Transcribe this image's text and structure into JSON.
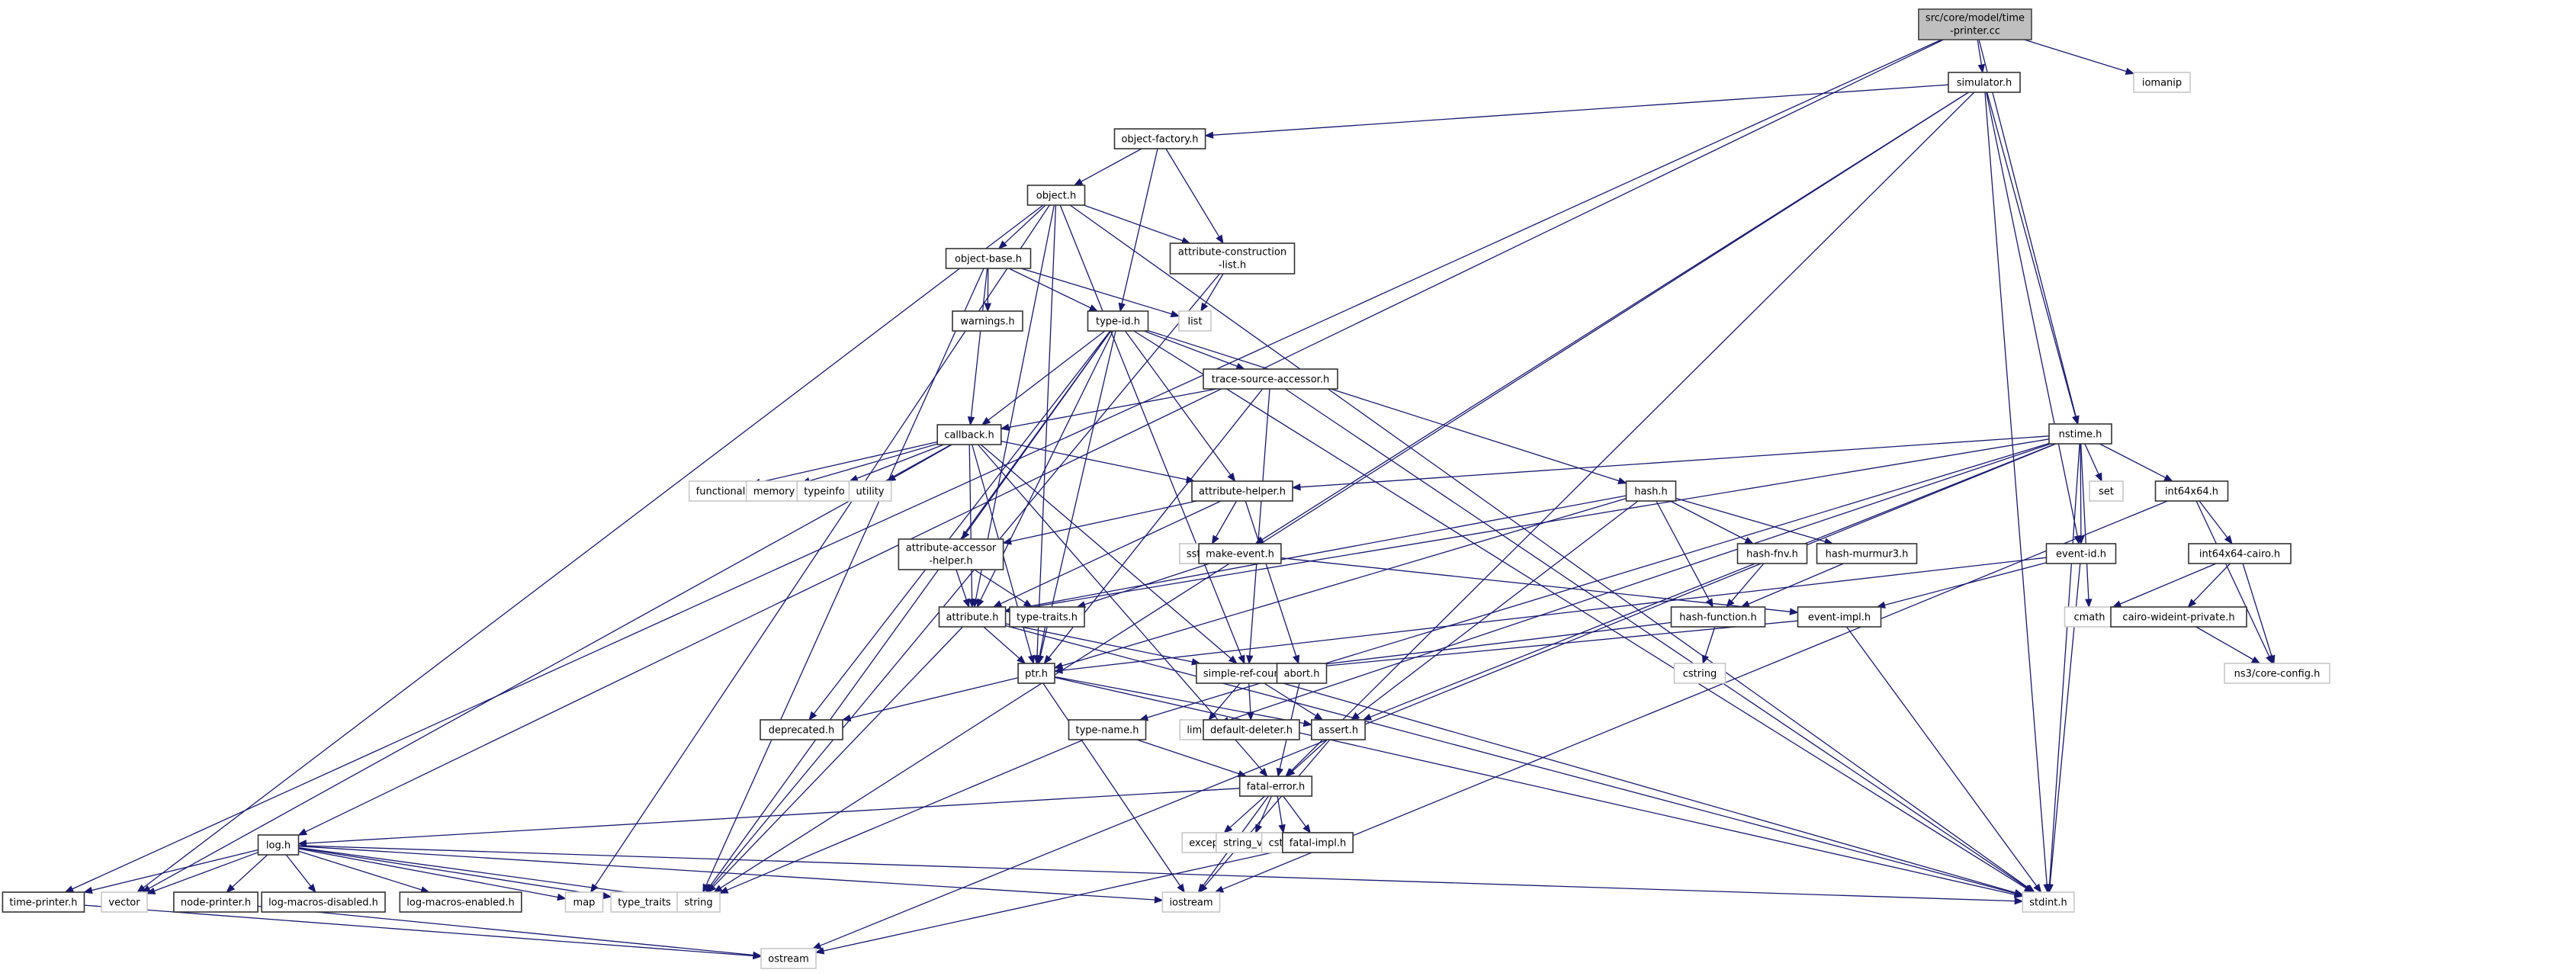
{
  "diagram": {
    "title": "Include dependency graph for src/core/model/time-printer.cc",
    "colors": {
      "edge": "#191970",
      "root_fill": "#bfbfbf",
      "node_border": "#333333",
      "external_border": "#c8c8c8"
    },
    "nodes": [
      {
        "id": "root",
        "label": "src/core/model/time\n-printer.cc",
        "kind": "root"
      },
      {
        "id": "simulator",
        "label": "simulator.h",
        "kind": "documented"
      },
      {
        "id": "iomanip",
        "label": "iomanip",
        "kind": "external"
      },
      {
        "id": "object-factory",
        "label": "object-factory.h",
        "kind": "documented"
      },
      {
        "id": "object",
        "label": "object.h",
        "kind": "documented"
      },
      {
        "id": "object-base",
        "label": "object-base.h",
        "kind": "documented"
      },
      {
        "id": "attr-constr",
        "label": "attribute-construction\n-list.h",
        "kind": "documented"
      },
      {
        "id": "warnings",
        "label": "warnings.h",
        "kind": "documented"
      },
      {
        "id": "type-id",
        "label": "type-id.h",
        "kind": "documented"
      },
      {
        "id": "list",
        "label": "list",
        "kind": "external"
      },
      {
        "id": "trace-source",
        "label": "trace-source-accessor.h",
        "kind": "documented"
      },
      {
        "id": "callback",
        "label": "callback.h",
        "kind": "documented"
      },
      {
        "id": "nstime",
        "label": "nstime.h",
        "kind": "documented"
      },
      {
        "id": "functional",
        "label": "functional",
        "kind": "external"
      },
      {
        "id": "memory",
        "label": "memory",
        "kind": "external"
      },
      {
        "id": "typeinfo",
        "label": "typeinfo",
        "kind": "external"
      },
      {
        "id": "utility",
        "label": "utility",
        "kind": "external"
      },
      {
        "id": "attr-helper",
        "label": "attribute-helper.h",
        "kind": "documented"
      },
      {
        "id": "hash",
        "label": "hash.h",
        "kind": "documented"
      },
      {
        "id": "set",
        "label": "set",
        "kind": "external"
      },
      {
        "id": "int64x64",
        "label": "int64x64.h",
        "kind": "documented"
      },
      {
        "id": "sstream",
        "label": "sstream",
        "kind": "external"
      },
      {
        "id": "attr-accessor",
        "label": "attribute-accessor\n-helper.h",
        "kind": "documented"
      },
      {
        "id": "make-event",
        "label": "make-event.h",
        "kind": "documented"
      },
      {
        "id": "hash-fnv",
        "label": "hash-fnv.h",
        "kind": "documented"
      },
      {
        "id": "hash-murmur3",
        "label": "hash-murmur3.h",
        "kind": "documented"
      },
      {
        "id": "event-id",
        "label": "event-id.h",
        "kind": "documented"
      },
      {
        "id": "int64x64-cairo",
        "label": "int64x64-cairo.h",
        "kind": "documented"
      },
      {
        "id": "attribute",
        "label": "attribute.h",
        "kind": "documented"
      },
      {
        "id": "type-traits",
        "label": "type-traits.h",
        "kind": "documented"
      },
      {
        "id": "hash-function",
        "label": "hash-function.h",
        "kind": "documented"
      },
      {
        "id": "event-impl",
        "label": "event-impl.h",
        "kind": "documented"
      },
      {
        "id": "cmath",
        "label": "cmath",
        "kind": "external"
      },
      {
        "id": "cairo-wideint",
        "label": "cairo-wideint-private.h",
        "kind": "documented"
      },
      {
        "id": "ptr",
        "label": "ptr.h",
        "kind": "documented"
      },
      {
        "id": "simple-ref-count",
        "label": "simple-ref-count.h",
        "kind": "documented"
      },
      {
        "id": "abort",
        "label": "abort.h",
        "kind": "documented"
      },
      {
        "id": "cstring",
        "label": "cstring",
        "kind": "external"
      },
      {
        "id": "core-config",
        "label": "ns3/core-config.h",
        "kind": "external"
      },
      {
        "id": "deprecated",
        "label": "deprecated.h",
        "kind": "documented"
      },
      {
        "id": "type-name",
        "label": "type-name.h",
        "kind": "documented"
      },
      {
        "id": "limits",
        "label": "limits",
        "kind": "external"
      },
      {
        "id": "default-deleter",
        "label": "default-deleter.h",
        "kind": "documented"
      },
      {
        "id": "assert",
        "label": "assert.h",
        "kind": "documented"
      },
      {
        "id": "fatal-error",
        "label": "fatal-error.h",
        "kind": "documented"
      },
      {
        "id": "exception",
        "label": "exception",
        "kind": "external"
      },
      {
        "id": "string_view",
        "label": "string_view",
        "kind": "external"
      },
      {
        "id": "cstdlib",
        "label": "cstdlib",
        "kind": "external"
      },
      {
        "id": "fatal-impl",
        "label": "fatal-impl.h",
        "kind": "documented"
      },
      {
        "id": "log",
        "label": "log.h",
        "kind": "documented"
      },
      {
        "id": "time-printer",
        "label": "time-printer.h",
        "kind": "documented"
      },
      {
        "id": "vector",
        "label": "vector",
        "kind": "external"
      },
      {
        "id": "node-printer",
        "label": "node-printer.h",
        "kind": "documented"
      },
      {
        "id": "log-macros-disabled",
        "label": "log-macros-disabled.h",
        "kind": "documented"
      },
      {
        "id": "log-macros-enabled",
        "label": "log-macros-enabled.h",
        "kind": "documented"
      },
      {
        "id": "map",
        "label": "map",
        "kind": "external"
      },
      {
        "id": "type_traits",
        "label": "type_traits",
        "kind": "external"
      },
      {
        "id": "string",
        "label": "string",
        "kind": "external"
      },
      {
        "id": "iostream",
        "label": "iostream",
        "kind": "external"
      },
      {
        "id": "stdint",
        "label": "stdint.h",
        "kind": "external"
      },
      {
        "id": "ostream",
        "label": "ostream",
        "kind": "external"
      }
    ],
    "edges": [
      [
        "root",
        "simulator"
      ],
      [
        "root",
        "iomanip"
      ],
      [
        "root",
        "nstime"
      ],
      [
        "root",
        "log"
      ],
      [
        "root",
        "time-printer"
      ],
      [
        "simulator",
        "object-factory"
      ],
      [
        "simulator",
        "nstime"
      ],
      [
        "simulator",
        "make-event"
      ],
      [
        "simulator",
        "event-id"
      ],
      [
        "simulator",
        "fatal-error"
      ],
      [
        "simulator",
        "string"
      ],
      [
        "simulator",
        "stdint"
      ],
      [
        "object-factory",
        "object"
      ],
      [
        "object-factory",
        "attr-constr"
      ],
      [
        "object-factory",
        "type-id"
      ],
      [
        "object",
        "object-base"
      ],
      [
        "object",
        "attr-constr"
      ],
      [
        "object",
        "ptr"
      ],
      [
        "object",
        "attribute"
      ],
      [
        "object",
        "simple-ref-count"
      ],
      [
        "object",
        "vector"
      ],
      [
        "object",
        "stdint"
      ],
      [
        "object",
        "map"
      ],
      [
        "object-base",
        "warnings"
      ],
      [
        "object-base",
        "type-id"
      ],
      [
        "object-base",
        "list"
      ],
      [
        "object-base",
        "callback"
      ],
      [
        "object-base",
        "string"
      ],
      [
        "attr-constr",
        "list"
      ],
      [
        "attr-constr",
        "string"
      ],
      [
        "type-id",
        "trace-source"
      ],
      [
        "type-id",
        "callback"
      ],
      [
        "type-id",
        "attr-helper"
      ],
      [
        "type-id",
        "attribute"
      ],
      [
        "type-id",
        "hash"
      ],
      [
        "type-id",
        "deprecated"
      ],
      [
        "type-id",
        "string"
      ],
      [
        "type-id",
        "stdint"
      ],
      [
        "type-id",
        "attr-accessor"
      ],
      [
        "type-id",
        "ptr"
      ],
      [
        "trace-source",
        "callback"
      ],
      [
        "trace-source",
        "ptr"
      ],
      [
        "trace-source",
        "simple-ref-count"
      ],
      [
        "trace-source",
        "stdint"
      ],
      [
        "callback",
        "functional"
      ],
      [
        "callback",
        "memory"
      ],
      [
        "callback",
        "typeinfo"
      ],
      [
        "callback",
        "utility"
      ],
      [
        "callback",
        "attr-helper"
      ],
      [
        "callback",
        "attribute"
      ],
      [
        "callback",
        "ptr"
      ],
      [
        "callback",
        "simple-ref-count"
      ],
      [
        "callback",
        "vector"
      ],
      [
        "callback",
        "fatal-error"
      ],
      [
        "nstime",
        "attr-helper"
      ],
      [
        "nstime",
        "attribute"
      ],
      [
        "nstime",
        "event-id"
      ],
      [
        "nstime",
        "int64x64"
      ],
      [
        "nstime",
        "set"
      ],
      [
        "nstime",
        "cmath"
      ],
      [
        "nstime",
        "type-name"
      ],
      [
        "nstime",
        "assert"
      ],
      [
        "nstime",
        "limits"
      ],
      [
        "nstime",
        "stdint"
      ],
      [
        "nstime",
        "ostream"
      ],
      [
        "attr-helper",
        "attr-accessor"
      ],
      [
        "attr-helper",
        "sstream"
      ],
      [
        "attr-helper",
        "attribute"
      ],
      [
        "attr-helper",
        "abort"
      ],
      [
        "hash",
        "hash-fnv"
      ],
      [
        "hash",
        "hash-murmur3"
      ],
      [
        "hash",
        "hash-function"
      ],
      [
        "hash",
        "ptr"
      ],
      [
        "hash",
        "assert"
      ],
      [
        "hash",
        "attribute"
      ],
      [
        "int64x64",
        "int64x64-cairo"
      ],
      [
        "int64x64",
        "core-config"
      ],
      [
        "int64x64",
        "iostream"
      ],
      [
        "attr-accessor",
        "attribute"
      ],
      [
        "attr-accessor",
        "type-traits"
      ],
      [
        "make-event",
        "type-traits"
      ],
      [
        "make-event",
        "event-impl"
      ],
      [
        "hash-fnv",
        "hash-function"
      ],
      [
        "hash-murmur3",
        "hash-function"
      ],
      [
        "event-id",
        "event-impl"
      ],
      [
        "event-id",
        "ptr"
      ],
      [
        "event-id",
        "stdint"
      ],
      [
        "int64x64-cairo",
        "cmath"
      ],
      [
        "int64x64-cairo",
        "cairo-wideint"
      ],
      [
        "int64x64-cairo",
        "core-config"
      ],
      [
        "cairo-wideint",
        "core-config"
      ],
      [
        "attribute",
        "ptr"
      ],
      [
        "attribute",
        "simple-ref-count"
      ],
      [
        "attribute",
        "string"
      ],
      [
        "attribute",
        "stdint"
      ],
      [
        "type-traits",
        "ptr"
      ],
      [
        "hash-function",
        "cstring"
      ],
      [
        "hash-function",
        "simple-ref-count"
      ],
      [
        "event-impl",
        "simple-ref-count"
      ],
      [
        "event-impl",
        "stdint"
      ],
      [
        "ptr",
        "assert"
      ],
      [
        "ptr",
        "deprecated"
      ],
      [
        "ptr",
        "iostream"
      ],
      [
        "ptr",
        "stdint"
      ],
      [
        "simple-ref-count",
        "assert"
      ],
      [
        "simple-ref-count",
        "default-deleter"
      ],
      [
        "simple-ref-count",
        "limits"
      ],
      [
        "simple-ref-count",
        "stdint"
      ],
      [
        "abort",
        "fatal-error"
      ],
      [
        "type-name",
        "fatal-error"
      ],
      [
        "type-name",
        "string"
      ],
      [
        "assert",
        "fatal-error"
      ],
      [
        "assert",
        "iostream"
      ],
      [
        "fatal-error",
        "exception"
      ],
      [
        "fatal-error",
        "string_view"
      ],
      [
        "fatal-error",
        "cstdlib"
      ],
      [
        "fatal-error",
        "fatal-impl"
      ],
      [
        "fatal-error",
        "iostream"
      ],
      [
        "fatal-error",
        "log"
      ],
      [
        "fatal-impl",
        "ostream"
      ],
      [
        "log",
        "time-printer"
      ],
      [
        "log",
        "vector"
      ],
      [
        "log",
        "node-printer"
      ],
      [
        "log",
        "log-macros-disabled"
      ],
      [
        "log",
        "log-macros-enabled"
      ],
      [
        "log",
        "map"
      ],
      [
        "log",
        "type_traits"
      ],
      [
        "log",
        "string"
      ],
      [
        "log",
        "iostream"
      ],
      [
        "log",
        "stdint"
      ],
      [
        "time-printer",
        "ostream"
      ],
      [
        "node-printer",
        "ostream"
      ]
    ]
  }
}
